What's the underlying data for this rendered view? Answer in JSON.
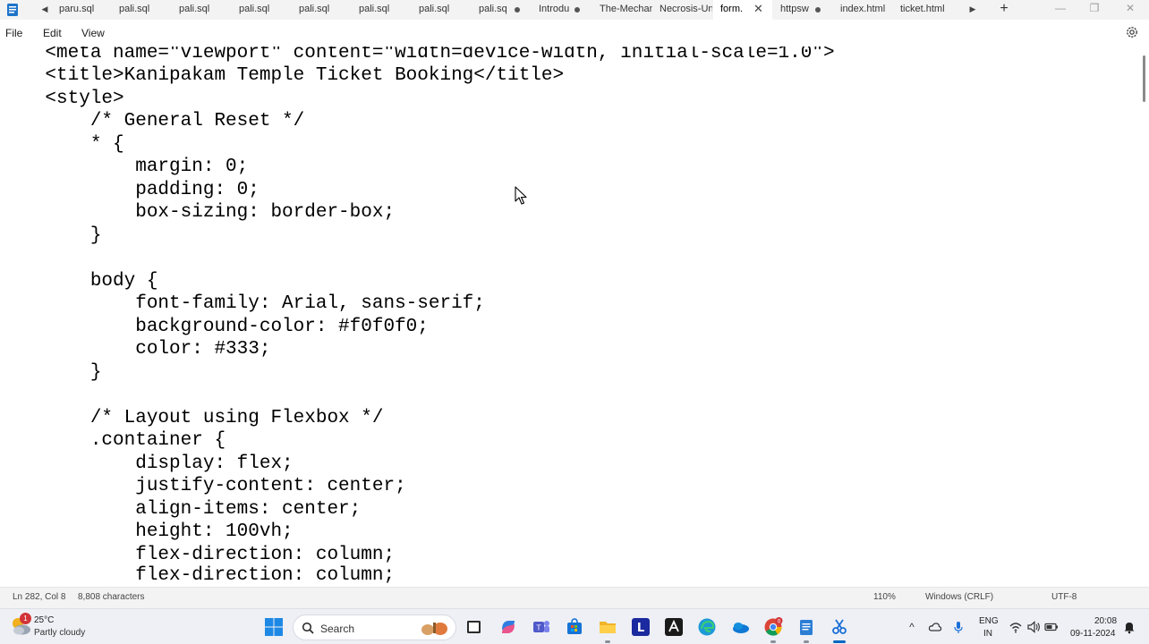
{
  "tabs": [
    {
      "label": "paru.sql",
      "dot": false,
      "close": false,
      "active": false
    },
    {
      "label": "pali.sql",
      "dot": false,
      "close": false,
      "active": false
    },
    {
      "label": "pali.sql",
      "dot": false,
      "close": false,
      "active": false
    },
    {
      "label": "pali.sql",
      "dot": false,
      "close": false,
      "active": false
    },
    {
      "label": "pali.sql",
      "dot": false,
      "close": false,
      "active": false
    },
    {
      "label": "pali.sql",
      "dot": false,
      "close": false,
      "active": false
    },
    {
      "label": "pali.sql",
      "dot": false,
      "close": false,
      "active": false
    },
    {
      "label": "pali.sq",
      "dot": true,
      "close": false,
      "active": false
    },
    {
      "label": "Introdu",
      "dot": true,
      "close": false,
      "active": false
    },
    {
      "label": "The-Mechan",
      "dot": false,
      "close": false,
      "active": false
    },
    {
      "label": "Necrosis-Un",
      "dot": false,
      "close": false,
      "active": false
    },
    {
      "label": "form.",
      "dot": false,
      "close": true,
      "active": true
    },
    {
      "label": "httpsw",
      "dot": true,
      "close": false,
      "active": false
    },
    {
      "label": "index.html",
      "dot": false,
      "close": false,
      "active": false
    },
    {
      "label": "ticket.html",
      "dot": false,
      "close": false,
      "active": false
    }
  ],
  "icons": {
    "tab_left": "◀",
    "tab_right": "▶",
    "new_tab": "+",
    "tab_close": "✕",
    "minimize": "—",
    "maximize": "❐",
    "close": "✕"
  },
  "menu": {
    "file": "File",
    "edit": "Edit",
    "view": "View"
  },
  "code_lines": [
    "    <meta name=\"viewport\" content=\"width=device-width, initial-scale=1.0\">",
    "    <title>Kanipakam Temple Ticket Booking</title>",
    "    <style>",
    "        /* General Reset */",
    "        * {",
    "            margin: 0;",
    "            padding: 0;",
    "            box-sizing: border-box;",
    "        }",
    "",
    "        body {",
    "            font-family: Arial, sans-serif;",
    "            background-color: #f0f0f0;",
    "            color: #333;",
    "        }",
    "",
    "        /* Layout using Flexbox */",
    "        .container {",
    "            display: flex;",
    "            justify-content: center;",
    "            align-items: center;",
    "            height: 100vh;",
    "            flex-direction: column;",
    "            flex-direction: column;"
  ],
  "status": {
    "position": "Ln 282, Col 8",
    "characters": "8,808 characters",
    "zoom": "110%",
    "line_ending": "Windows (CRLF)",
    "encoding": "UTF-8"
  },
  "taskbar": {
    "weather_badge": "1",
    "temperature": "25°C",
    "condition": "Partly cloudy",
    "search_label": "Search",
    "language": "ENG",
    "region": "IN",
    "time": "20:08",
    "date": "09-11-2024",
    "chrome_badge": "0"
  },
  "colors": {
    "accent": "#0067c0",
    "tab_bar": "#f3f3f3",
    "taskbar": "#eef0f6",
    "notification_red": "#d13438"
  }
}
